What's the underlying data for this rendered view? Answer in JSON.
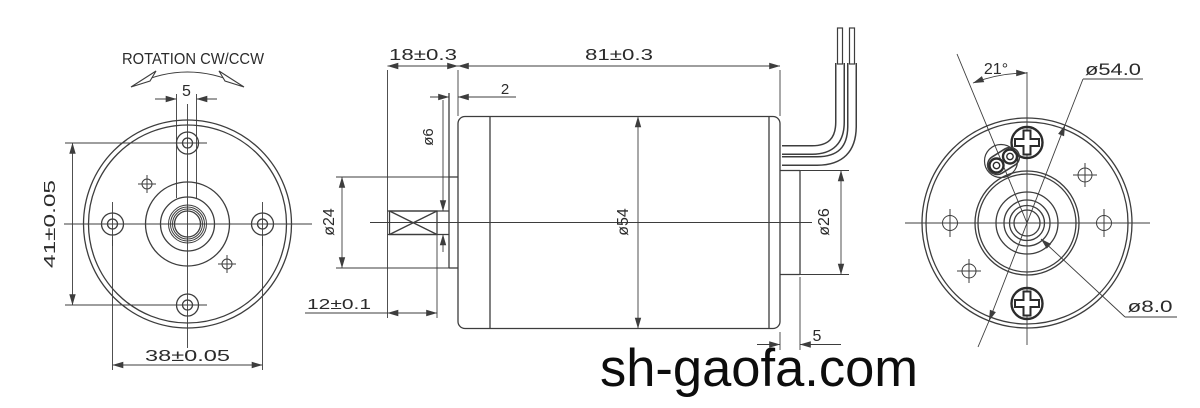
{
  "watermark": "sh-gaofa.com",
  "front_view": {
    "rotation_label": "ROTATION CW/CCW",
    "dims": {
      "slot_width": "5",
      "hole_spacing_vertical": "41±0.05",
      "hole_spacing_horizontal": "38±0.05"
    }
  },
  "side_view": {
    "dims": {
      "shaft_extension": "18±0.3",
      "body_length": "81±0.3",
      "boss_depth": "2",
      "shaft_diameter": "ø6",
      "front_boss_diameter": "ø24",
      "body_diameter": "ø54",
      "rear_boss_diameter": "ø26",
      "knurl_length": "12±0.1",
      "rear_boss_depth": "5"
    }
  },
  "rear_view": {
    "dims": {
      "wire_exit_angle": "21°",
      "outer_diameter": "ø54.0",
      "center_hole_diameter": "ø8.0"
    }
  }
}
